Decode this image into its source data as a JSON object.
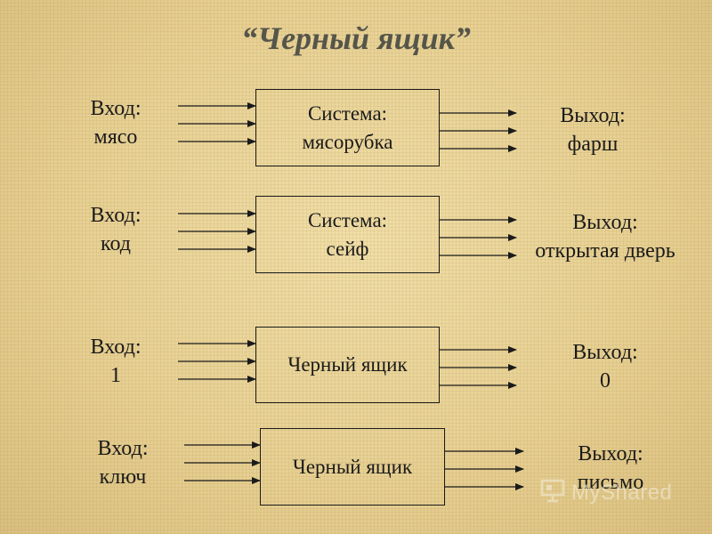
{
  "title": "“Черный ящик”",
  "rows": [
    {
      "input_caption": "Вход:",
      "input_value": "мясо",
      "box_line1": "Система:",
      "box_line2": "мясорубка",
      "output_caption": "Выход:",
      "output_value": "фарш"
    },
    {
      "input_caption": "Вход:",
      "input_value": "код",
      "box_line1": "Система:",
      "box_line2": "сейф",
      "output_caption": "Выход:",
      "output_value": "открытая дверь"
    },
    {
      "input_caption": "Вход:",
      "input_value": "1",
      "box_line1": "Черный ящик",
      "output_caption": "Выход:",
      "output_value": "0"
    },
    {
      "input_caption": "Вход:",
      "input_value": "ключ",
      "box_line1": "Черный ящик",
      "output_caption": "Выход:",
      "output_value": "письмо"
    }
  ],
  "watermark": {
    "text": "MyShared",
    "icon": "presentation-board-icon"
  },
  "colors": {
    "background": "#e8d49a",
    "title": "#55554a",
    "ink": "#1a1a1a"
  }
}
